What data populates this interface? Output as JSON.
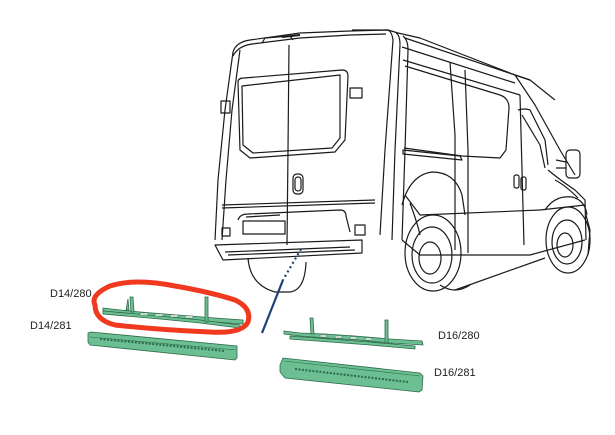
{
  "diagram": {
    "subject": "van-rear-three-quarter-view",
    "parts": [
      {
        "code": "D14/280",
        "description": "left rear step bracket",
        "highlighted": true
      },
      {
        "code": "D14/281",
        "description": "left rear step tread"
      },
      {
        "code": "D16/280",
        "description": "right rear step bracket"
      },
      {
        "code": "D16/281",
        "description": "right rear step tread"
      }
    ],
    "colors": {
      "part_fill": "#6cbf92",
      "part_stroke": "#2d6a4a",
      "highlight": "#f0391e",
      "leader_line": "#1f3f78",
      "outline": "#1a1a1a"
    }
  }
}
